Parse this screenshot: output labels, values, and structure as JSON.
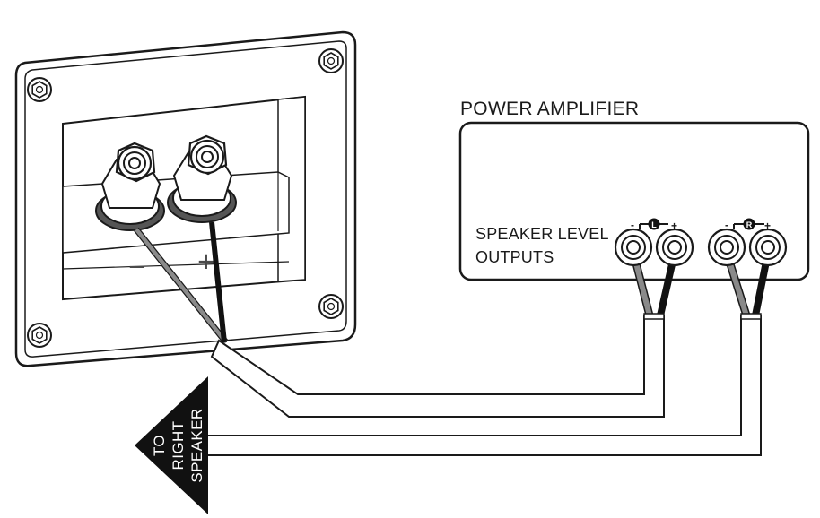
{
  "amplifier": {
    "title": "POWER AMPLIFIER",
    "outputs_label_line1": "SPEAKER LEVEL",
    "outputs_label_line2": "OUTPUTS",
    "left_channel": {
      "badge": "L",
      "minus": "-",
      "plus": "+"
    },
    "right_channel": {
      "badge": "R",
      "minus": "-",
      "plus": "+"
    }
  },
  "speaker_plate": {
    "minus_label": "−",
    "plus_label": "+"
  },
  "arrow": {
    "line1": "TO",
    "line2": "RIGHT",
    "line3": "SPEAKER"
  },
  "colors": {
    "outline": "#1a1a1a",
    "gray_wire": "#8a8a8a",
    "black_wire": "#111111",
    "arrow_fill": "#111111",
    "background": "#ffffff"
  }
}
